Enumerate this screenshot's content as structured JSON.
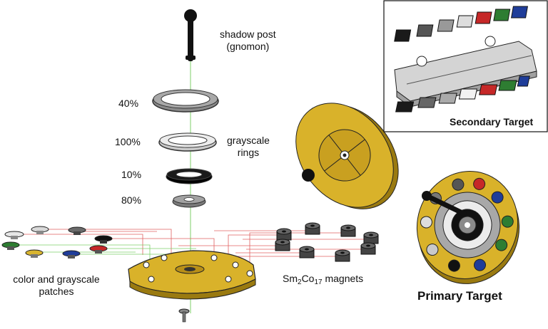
{
  "labels": {
    "shadow_post_line1": "shadow post",
    "shadow_post_line2": "(gnomon)",
    "pct_40": "40%",
    "pct_100": "100%",
    "pct_10": "10%",
    "pct_80": "80%",
    "grayscale_line1": "grayscale",
    "grayscale_line2": "rings",
    "patches_line1": "color and grayscale",
    "patches_line2": "patches",
    "magnets_pre": "Sm",
    "magnets_sub1": "2",
    "magnets_mid": "Co",
    "magnets_sub2": "17",
    "magnets_post": " magnets",
    "secondary_target": "Secondary Target",
    "primary_target": "Primary Target"
  },
  "colors": {
    "gold": "#d9b22a",
    "gold_dark": "#9a7a10",
    "red_patch": "#c62828",
    "green_patch": "#2e7d32",
    "blue_patch": "#1f3d99",
    "yellow_patch": "#d9b530",
    "leader_red": "#e06060",
    "leader_green": "#7ccf6a"
  },
  "icons": [
    "gnomon-icon",
    "grayscale-ring-icon",
    "magnet-icon",
    "patch-icon",
    "screw-icon"
  ]
}
